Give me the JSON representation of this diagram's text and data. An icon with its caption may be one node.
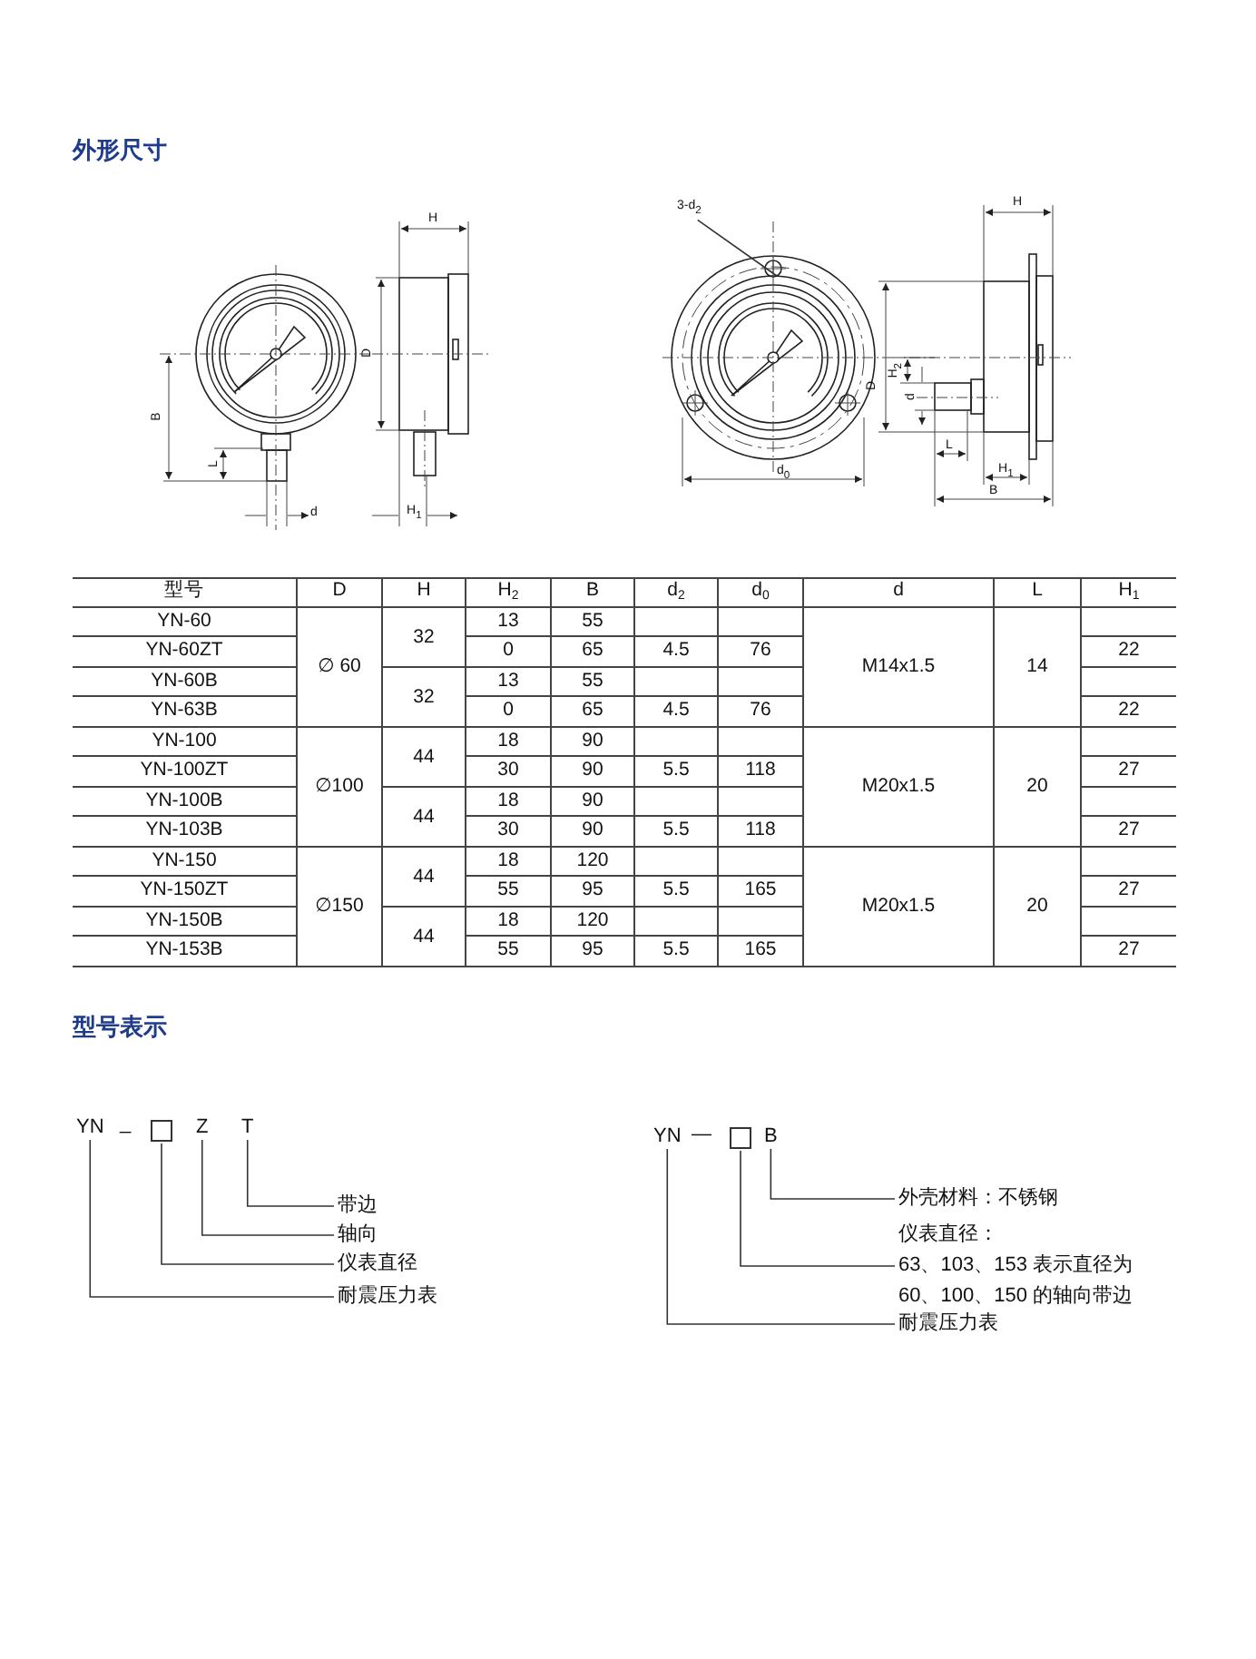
{
  "diagram": {
    "title": "外形尺寸",
    "nodes": [
      {
        "text": [
          "3-d$_{2}$"
        ]
      },
      {
        "text": [
          "YN"
        ]
      },
      {
        "text": [],
        "shape": "box"
      },
      {
        "text": [
          "Z"
        ]
      },
      {
        "text": [
          "T"
        ]
      },
      {
        "text": [
          "带边"
        ]
      },
      {
        "text": [
          "轴向"
        ]
      },
      {
        "text": [
          "仪表直径"
        ]
      },
      {
        "text": [
          "耐震压力表"
        ]
      },
      {
        "text": [
          "YN"
        ]
      },
      {
        "text": [],
        "shape": "box"
      },
      {
        "text": [
          "B"
        ]
      },
      {
        "text": [
          "外壳材料：不锈钢"
        ]
      },
      {
        "text": [
          "仪表直径：",
          "63、103、153 表示直径为60、100、150 的轴向带边"
        ]
      },
      {
        "text": [
          "耐震压力表"
        ]
      }
    ],
    "edges": [
      {
        "from": 0,
        "to": null,
        "arrow": "none"
      },
      {
        "from": 4,
        "to": 5,
        "arrow": "none"
      },
      {
        "from": 3,
        "to": 6,
        "arrow": "none"
      },
      {
        "from": 2,
        "to": 7,
        "arrow": "none"
      },
      {
        "from": 1,
        "to": 8,
        "arrow": "none"
      },
      {
        "from": 11,
        "to": 12,
        "arrow": "none"
      },
      {
        "from": 10,
        "to": 13,
        "arrow": "none"
      },
      {
        "from": 9,
        "to": 14,
        "arrow": "none"
      }
    ],
    "labels": [
      "H",
      "D",
      "B",
      "L",
      "d",
      "H$_{1}$",
      "H",
      "H$_{2}$",
      "D",
      "d",
      "L",
      "d$_{0}$",
      "H$_{1}$",
      "B",
      "型号",
      "D",
      "H",
      "H$_{2}$",
      "B",
      "d$_{2}$",
      "d$_{0}$",
      "d",
      "L",
      "H$_{1}$",
      "YN-60",
      "∅ 60",
      "32",
      "13",
      "55",
      "M14x1.5",
      "14",
      "YN-60ZT",
      "0",
      "65",
      "4.5",
      "76",
      "22",
      "YN-60B",
      "32",
      "13",
      "55",
      "YN-63B",
      "0",
      "65",
      "4.5",
      "76",
      "22",
      "YN-100",
      "∅100",
      "44",
      "18",
      "90",
      "M20x1.5",
      "20",
      "YN-100ZT",
      "30",
      "90",
      "5.5",
      "118",
      "27",
      "YN-100B",
      "44",
      "18",
      "90",
      "YN-103B",
      "30",
      "90",
      "5.5",
      "118",
      "27",
      "YN-150",
      "∅150",
      "44",
      "18",
      "120",
      "M20x1.5",
      "20",
      "YN-150ZT",
      "55",
      "95",
      "5.5",
      "165",
      "27",
      "YN-150B",
      "44",
      "18",
      "120",
      "YN-153B",
      "55",
      "95",
      "5.5",
      "165",
      "27",
      "型号表示",
      "_",
      "—"
    ]
  }
}
